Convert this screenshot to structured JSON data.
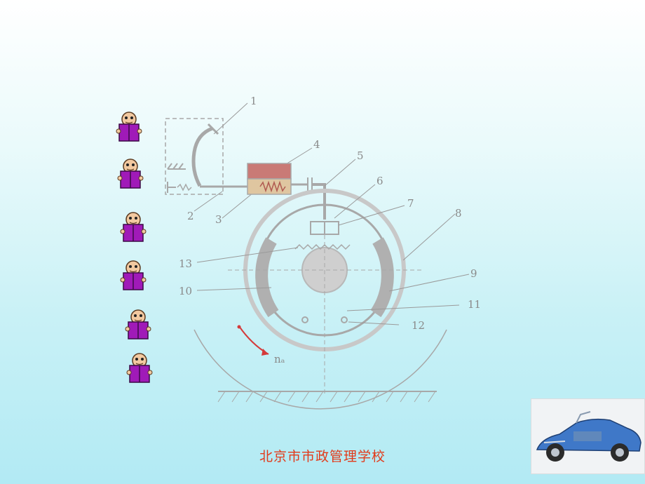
{
  "diagram": {
    "part_labels": [
      "1",
      "2",
      "3",
      "4",
      "5",
      "6",
      "7",
      "8",
      "9",
      "10",
      "11",
      "12",
      "13"
    ],
    "rotation_label": "nₐ"
  },
  "bullets": {
    "icon": "reading-character-icon",
    "count": 6
  },
  "footer": {
    "school_name": "北京市市政管理学校"
  },
  "thumbnail": {
    "icon": "car-cutaway-icon"
  },
  "colors": {
    "footer_text": "#e23a1a",
    "bullet_book": "#a01ab8",
    "diagram_lines": "#a8a8a8",
    "highlight_red": "#d43a3a"
  }
}
